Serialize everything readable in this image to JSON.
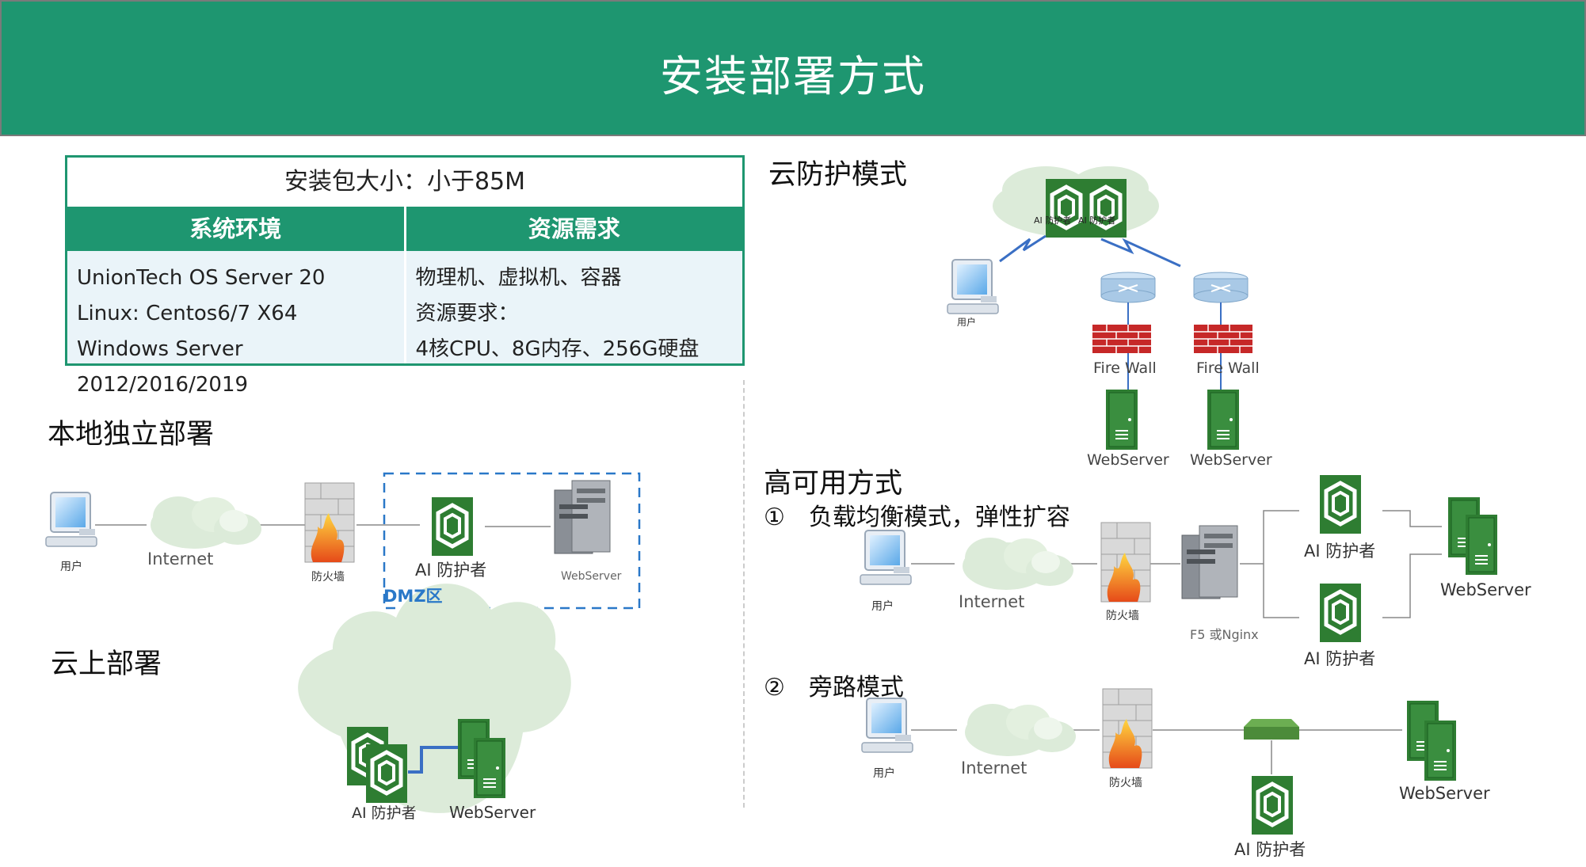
{
  "header": {
    "title": "安装部署方式"
  },
  "spec_table": {
    "package_size": "安装包大小：小于85M",
    "col1_header": "系统环境",
    "col2_header": "资源需求",
    "env": [
      "UnionTech OS Server 20",
      "Linux: Centos6/7 X64",
      "Windows Server 2012/2016/2019"
    ],
    "resources": [
      "物理机、虚拟机、容器",
      "资源要求：",
      "4核CPU、8G内存、256G硬盘"
    ]
  },
  "local": {
    "title": "本地独立部署",
    "user": "用户",
    "internet": "Internet",
    "firewall": "防火墙",
    "guard": "AI 防护者",
    "webserver": "WebServer",
    "dmz": "DMZ区"
  },
  "cloud_deploy": {
    "title": "云上部署",
    "guard": "AI 防护者",
    "webserver": "WebServer"
  },
  "cloud_protect": {
    "title": "云防护模式",
    "guard1": "AI 防护者",
    "guard2": "AI 防护者",
    "user": "用户",
    "firewall1": "Fire Wall",
    "firewall2": "Fire Wall",
    "webserver1": "WebServer",
    "webserver2": "WebServer"
  },
  "ha": {
    "title": "高可用方式",
    "mode1": "①　负载均衡模式，弹性扩容",
    "mode1_user": "用户",
    "mode1_internet": "Internet",
    "mode1_firewall": "防火墙",
    "mode1_lb": "F5 或Nginx",
    "mode1_guard1": "AI 防护者",
    "mode1_guard2": "AI 防护者",
    "mode1_webserver": "WebServer",
    "mode2": "②　旁路模式",
    "mode2_user": "用户",
    "mode2_internet": "Internet",
    "mode2_firewall": "防火墙",
    "mode2_guard": "AI 防护者",
    "mode2_webserver": "WebServer"
  },
  "colors": {
    "brand": "#1e9670",
    "guard_green": "#2e7d32",
    "link_blue": "#3a6fc4",
    "dmz_blue": "#2a78c8"
  }
}
